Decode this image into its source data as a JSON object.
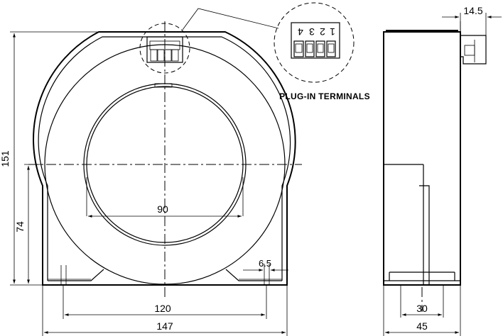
{
  "dimensions": {
    "height_total": "151",
    "height_window": "74",
    "inner_diameter": "90",
    "mount_spacing": "120",
    "width_total": "147",
    "slot_width": "6.5",
    "depth_total": "45",
    "depth_base": "30",
    "terminal_depth": "14.5"
  },
  "terminal_label": "PLUG-IN TERMINALS",
  "terminals": [
    "1",
    "2",
    "3",
    "4"
  ]
}
